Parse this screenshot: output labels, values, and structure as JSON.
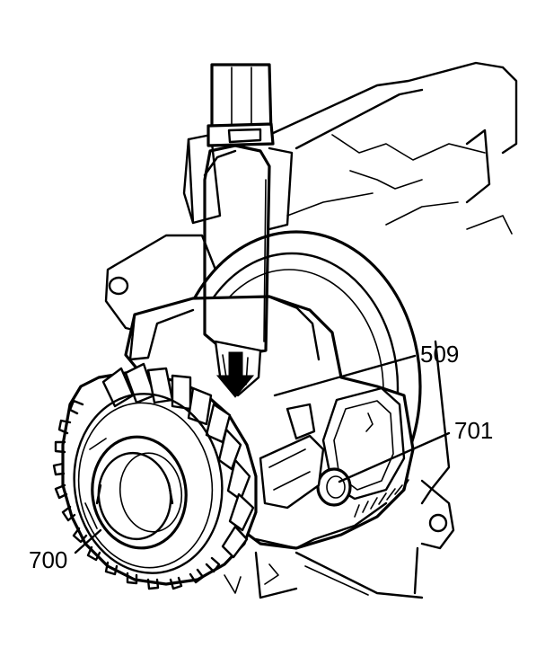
{
  "figure": {
    "callouts": [
      {
        "id": "509",
        "label": "509"
      },
      {
        "id": "701",
        "label": "701"
      },
      {
        "id": "700",
        "label": "700"
      }
    ],
    "colors": {
      "line": "#000000",
      "background": "#ffffff",
      "shading": "#d0d0d0"
    },
    "icons": {
      "direction_arrow": "down-arrow-icon"
    }
  }
}
